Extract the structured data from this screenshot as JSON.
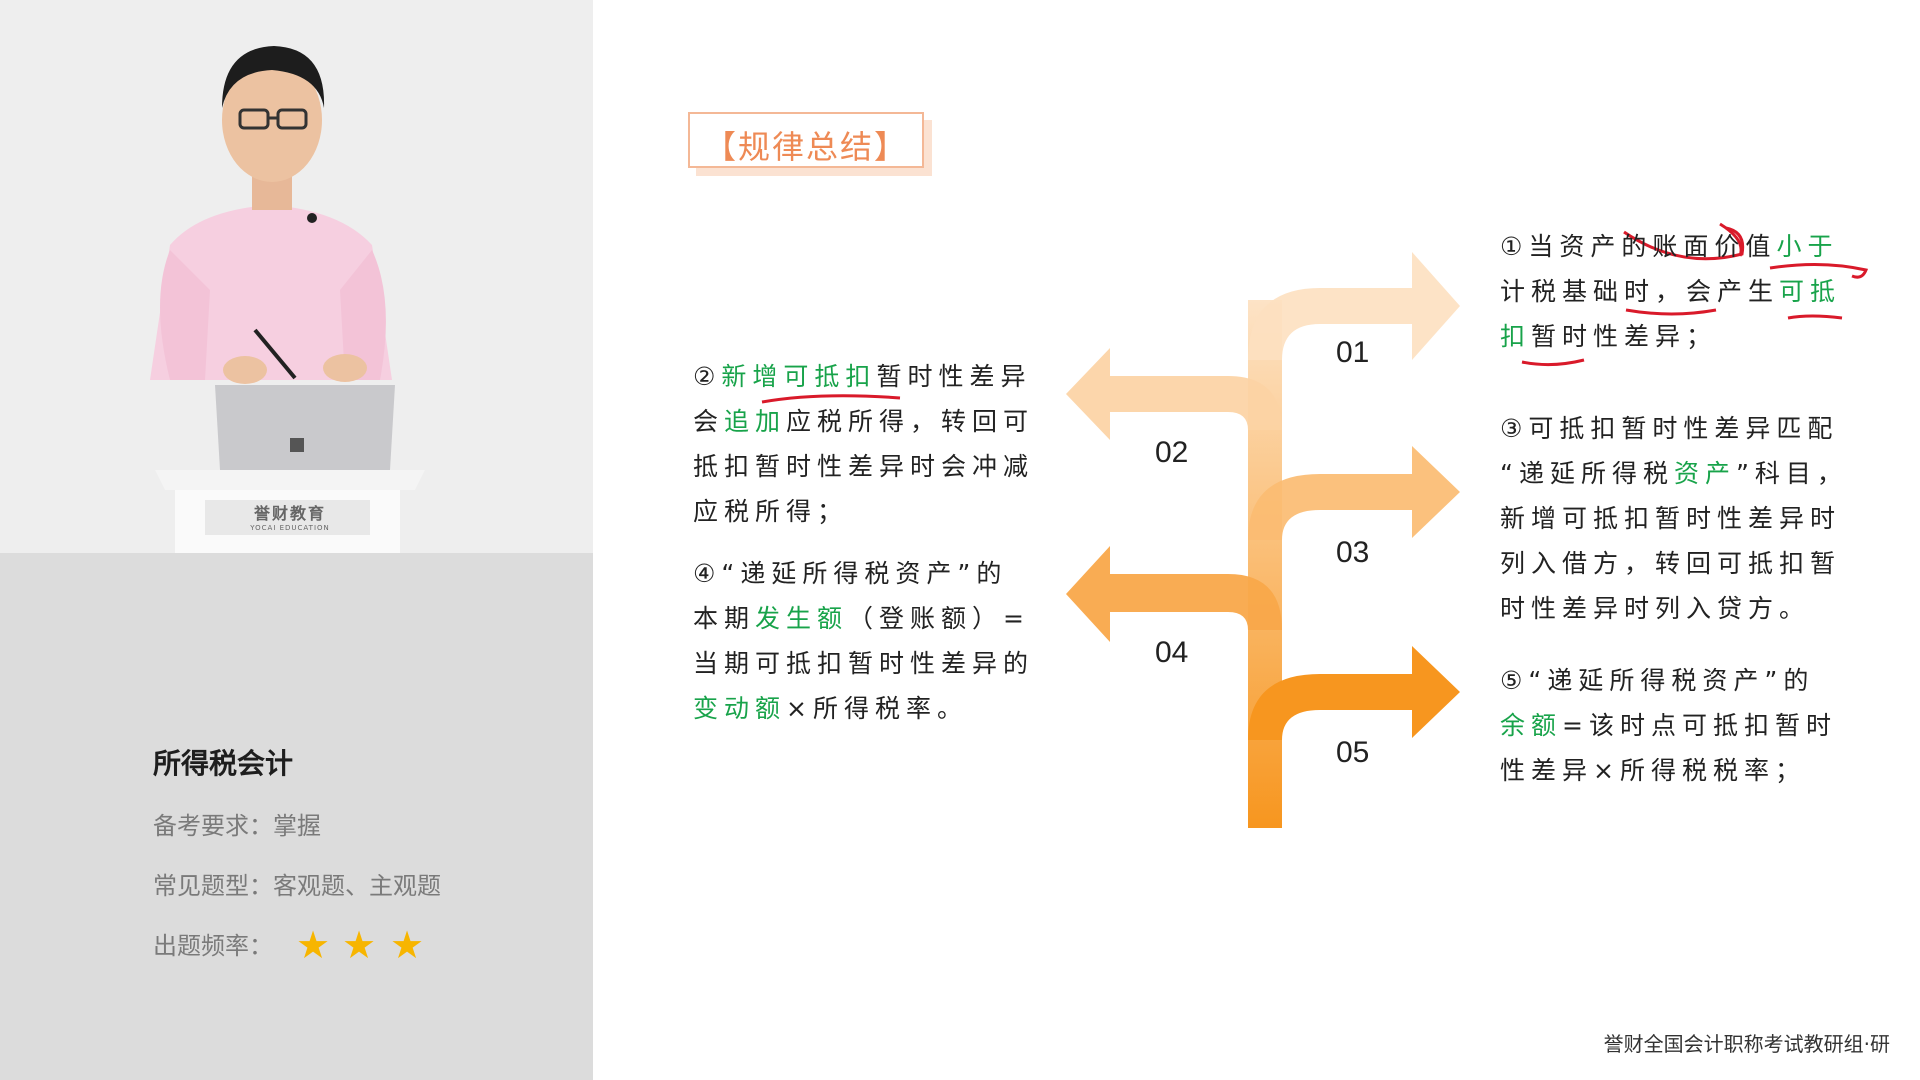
{
  "course": {
    "title": "所得税会计",
    "requirement": "备考要求：掌握",
    "question_types": "常见题型：客观题、主观题",
    "frequency_label": "出题频率：",
    "frequency_stars": 3
  },
  "lectern_brand": {
    "name": "誉财教育",
    "subtitle": "YOCAI EDUCATION"
  },
  "summary_title": "【规律总结】",
  "arrows": {
    "labels": [
      "01",
      "02",
      "03",
      "04",
      "05"
    ]
  },
  "points": {
    "p1": {
      "num": "①",
      "t1": "当资产的账面价值",
      "g1": "小于",
      "t2": "计税基础时，会产生",
      "g2": "可抵",
      "g3": "扣",
      "t3": "暂时性差异；"
    },
    "p2": {
      "num": "②",
      "g1": "新增可抵扣",
      "t1": "暂时性差异",
      "t2": "会",
      "g2": "追加",
      "t3": "应税所得，转回可",
      "t4": "抵扣暂时性差异时会冲减",
      "t5": "应税所得；"
    },
    "p3": {
      "num": "③",
      "t1": "可抵扣暂时性差异匹配",
      "t2": "“递延所得税",
      "g1": "资产",
      "t3": "”科目，",
      "t4": "新增可抵扣暂时性差异时",
      "t5": "列入借方，转回可抵扣暂",
      "t6": "时性差异时列入贷方。"
    },
    "p4": {
      "num": "④",
      "t1": "“递延所得税资产”的",
      "t2": "本期",
      "g1": "发生额",
      "t3": "（登账额）=",
      "t4": "当期可抵扣暂时性差异的",
      "g2": "变动额",
      "t5": "×所得税率。"
    },
    "p5": {
      "num": "⑤",
      "t1": "“递延所得税资产”的",
      "g1": "余额",
      "t2": "=该时点可抵扣暂时",
      "t3": "性差异×所得税税率；"
    }
  },
  "footer": "誉财全国会计职称考试教研组·研",
  "colors": {
    "accent_green": "#18a34a",
    "star": "#f7b500",
    "tag_border": "#f4b896",
    "tag_text": "#ee8a55",
    "annotation_red": "#d91a2a",
    "arrow_light": "#fde0c0",
    "arrow_mid": "#fbb563",
    "arrow_dark": "#f7961f"
  }
}
